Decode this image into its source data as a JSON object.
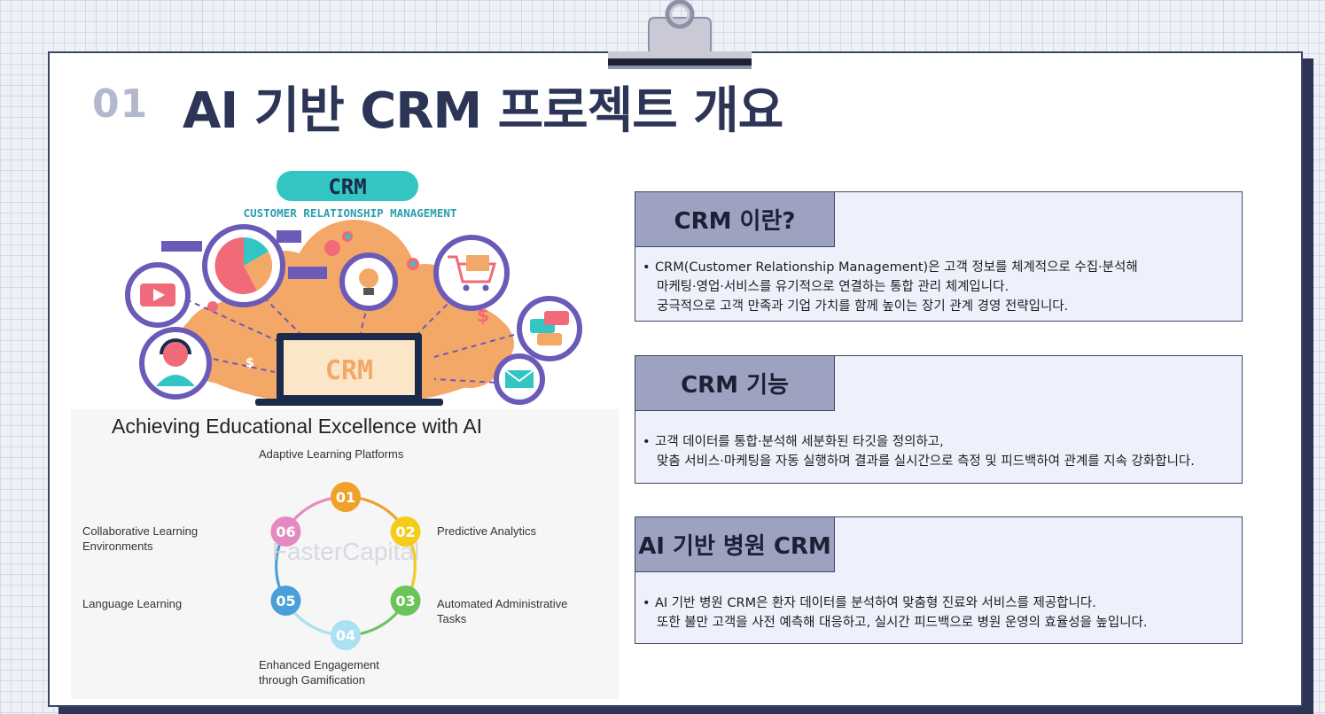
{
  "slide": {
    "number": "01",
    "title": "AI 기반 CRM 프로젝트 개요"
  },
  "crm_illustration": {
    "badge": "CRM",
    "subtitle": "CUSTOMER RELATIONSHIP MANAGEMENT",
    "screen_text": "CRM"
  },
  "edu_graphic": {
    "title": "Achieving Educational Excellence with AI",
    "watermark": "FasterCapital",
    "nodes": [
      {
        "num": "01",
        "label": "Adaptive Learning Platforms",
        "color": "#f0a12a"
      },
      {
        "num": "02",
        "label": "Predictive Analytics",
        "color": "#f6cc1b"
      },
      {
        "num": "03",
        "label": "Automated Administrative\nTasks",
        "color": "#6cc35a"
      },
      {
        "num": "04",
        "label": "Enhanced Engagement\nthrough Gamification",
        "color": "#a9e2f3"
      },
      {
        "num": "05",
        "label": "Language Learning",
        "color": "#4a9fd8"
      },
      {
        "num": "06",
        "label": "Collaborative Learning\nEnvironments",
        "color": "#e58ac0"
      }
    ]
  },
  "cards": [
    {
      "heading": "CRM 이란?",
      "lines": [
        "CRM(Customer Relationship Management)은 고객 정보를 체계적으로 수집·분석해",
        "마케팅·영업·서비스를 유기적으로 연결하는 통합 관리 체계입니다.",
        "궁극적으로 고객 만족과 기업 가치를 함께 높이는 장기 관계 경영 전략입니다."
      ]
    },
    {
      "heading": "CRM 기능",
      "lines": [
        "고객 데이터를 통합·분석해 세분화된 타깃을 정의하고,",
        "맞춤 서비스·마케팅을 자동 실행하며 결과를 실시간으로 측정 및 피드백하여 관계를 지속 강화합니다."
      ]
    },
    {
      "heading": "AI 기반 병원 CRM",
      "lines": [
        "AI 기반 병원 CRM은 환자 데이터를 분석하여 맞춤형 진료와 서비스를 제공합니다.",
        "또한 불만 고객을 사전 예측해 대응하고, 실시간 피드백으로 병원 운영의 효율성을 높입니다."
      ]
    }
  ],
  "colors": {
    "navy": "#2c3556",
    "card_bg": "#eef0fb",
    "card_head": "#9da2c0",
    "teal": "#33c4c4",
    "orange": "#f4a867",
    "purple": "#6b5ab8"
  }
}
